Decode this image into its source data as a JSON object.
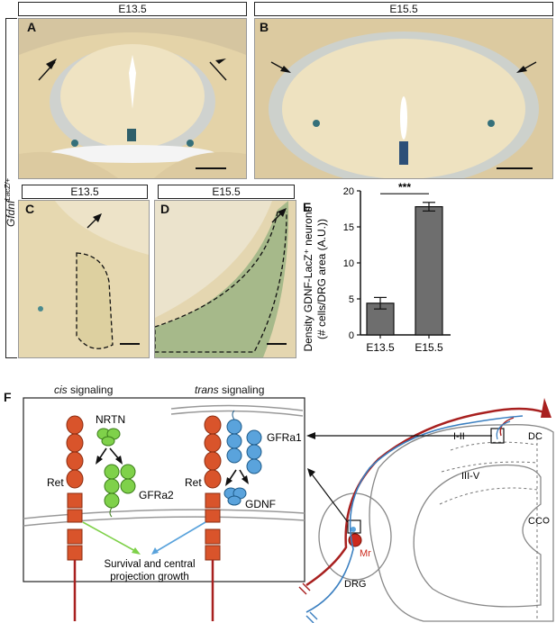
{
  "figure": {
    "gene_label": "Gfdnf",
    "gene_superscript": "LacZ/+",
    "panels_top": [
      {
        "letter": "A",
        "stage": "E13.5"
      },
      {
        "letter": "B",
        "stage": "E15.5"
      }
    ],
    "panels_mid": [
      {
        "letter": "C",
        "stage": "E13.5"
      },
      {
        "letter": "D",
        "stage": "E15.5"
      }
    ],
    "panel_E_letter": "E",
    "panel_F_letter": "F"
  },
  "chart_data": {
    "type": "bar",
    "categories": [
      "E13.5",
      "E15.5"
    ],
    "values": [
      4.4,
      17.8
    ],
    "errors": [
      0.8,
      0.6
    ],
    "ylabel_line1": "Density GDNF-LacZ⁺ neurons",
    "ylabel_line2": "(# cells/DRG area (A.U.))",
    "ylim": [
      0,
      20
    ],
    "yticks": [
      "0",
      "5",
      "10",
      "15",
      "20"
    ],
    "significance": "***",
    "bar_color": "#6e6e6e",
    "grid": false
  },
  "schematic": {
    "cis_label": "cis",
    "cis_suffix": " signaling",
    "trans_label": "trans",
    "trans_suffix": " signaling",
    "nrtn": "NRTN",
    "ret_left": "Ret",
    "ret_right": "Ret",
    "gfra2": "GFRa2",
    "gfra1": "GFRa1",
    "gdnf": "GDNF",
    "outcome_line1": "Survival and central",
    "outcome_line2": "projection growth",
    "cord_regions": [
      "I-II",
      "III-V",
      "DC",
      "CC"
    ],
    "drg": "DRG",
    "mr": "Mr",
    "colors": {
      "ret": "#d9542b",
      "gfra2": "#7fd14a",
      "gfra1": "#5aa3dc",
      "red_axon": "#a8201f",
      "blue_axon": "#3a7fc0"
    }
  }
}
